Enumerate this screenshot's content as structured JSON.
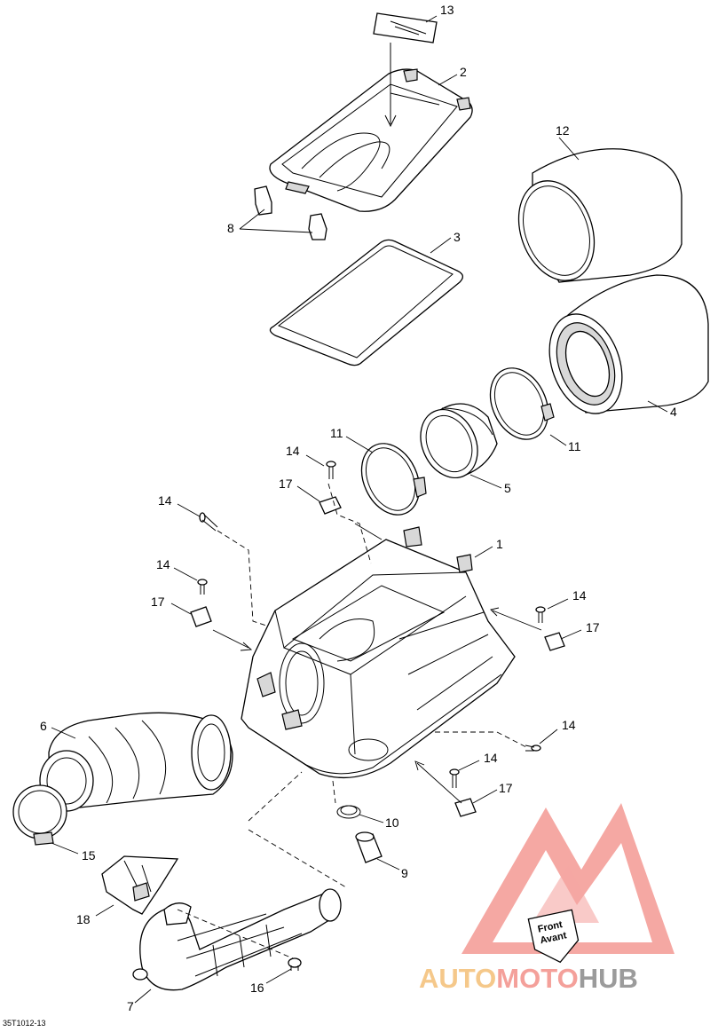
{
  "callouts": {
    "c1": "1",
    "c2": "2",
    "c3": "3",
    "c4": "4",
    "c5": "5",
    "c6": "6",
    "c7": "7",
    "c8": "8",
    "c9": "9",
    "c10": "10",
    "c11a": "11",
    "c11b": "11",
    "c12": "12",
    "c13": "13",
    "c14a": "14",
    "c14b": "14",
    "c14c": "14",
    "c14d": "14",
    "c14e": "14",
    "c14f": "14",
    "c15": "15",
    "c16": "16",
    "c17a": "17",
    "c17b": "17",
    "c17c": "17",
    "c17d": "17",
    "c18": "18"
  },
  "front_tag": {
    "line1": "Front",
    "line2": "Avant"
  },
  "diagram_code": "35T1012-13",
  "watermark": {
    "part1": "AUTO",
    "part2": "MOTO",
    "part3": "HUB",
    "color1": "#f5c88a",
    "color2": "#f4a09a",
    "color3": "#9b9b9b",
    "logo_color": "#f28b85"
  }
}
